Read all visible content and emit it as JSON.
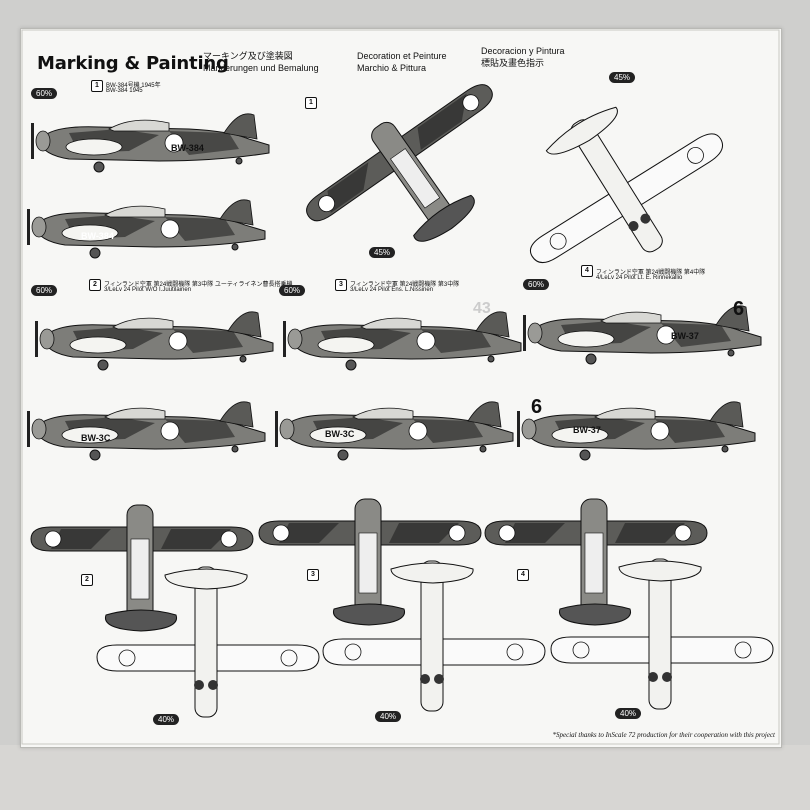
{
  "header": {
    "title": "Marking & Painting",
    "jp_line": "マーキング及び塗装図",
    "de_line": "Markierungen und Bemalung",
    "fr_line": "Decoration et Peinture",
    "it_line": "Marchio & Pittura",
    "es_line": "Decoracion y Pintura",
    "cn_line": "標貼及畫色指示"
  },
  "schemes": {
    "s1": {
      "num": "1",
      "label_a": "BW-384号機 1945年",
      "label_b": "BW-384 1945"
    },
    "s2": {
      "num": "2",
      "label_a": "フィンランド空軍 第24戦闘機隊 第3中隊 ユーティライネン曹長搭乗機",
      "label_b": "3/LeLv 24 Pilot W/O I.Juutilainen"
    },
    "s3": {
      "num": "3",
      "label_a": "フィンランド空軍 第24戦闘機隊 第3中隊",
      "label_b": "3/LeLv 24 Pilot Ens. L.Nissinen"
    },
    "s4": {
      "num": "4",
      "label_a": "フィンランド空軍 第24戦闘機隊 第4中隊",
      "label_b": "4/LeLv 24 Pilot Lt. E. Rinnekallio"
    }
  },
  "badges": {
    "b60a": "60%",
    "b45a": "45%",
    "b45b": "45%",
    "b60b": "60%",
    "b60c": "60%",
    "b60d": "60%",
    "b40a": "40%",
    "b40b": "40%",
    "b40c": "40%"
  },
  "codes": {
    "c1": "BW-384",
    "c2": "BW-384",
    "c3": "BW-3C",
    "c4": "BW-3C",
    "c5": "BW-37",
    "c6": "BW-37",
    "n6a": "6",
    "n6b": "6",
    "n43": "43"
  },
  "footer": {
    "thanks": "*Special thanks to InScale 72 production for their cooperation with this project"
  },
  "colors": {
    "camo_dark": "#3b3b3a",
    "camo_mid": "#7a7a77",
    "camo_light": "#bdbdb8",
    "paper": "#f7f7f5"
  }
}
